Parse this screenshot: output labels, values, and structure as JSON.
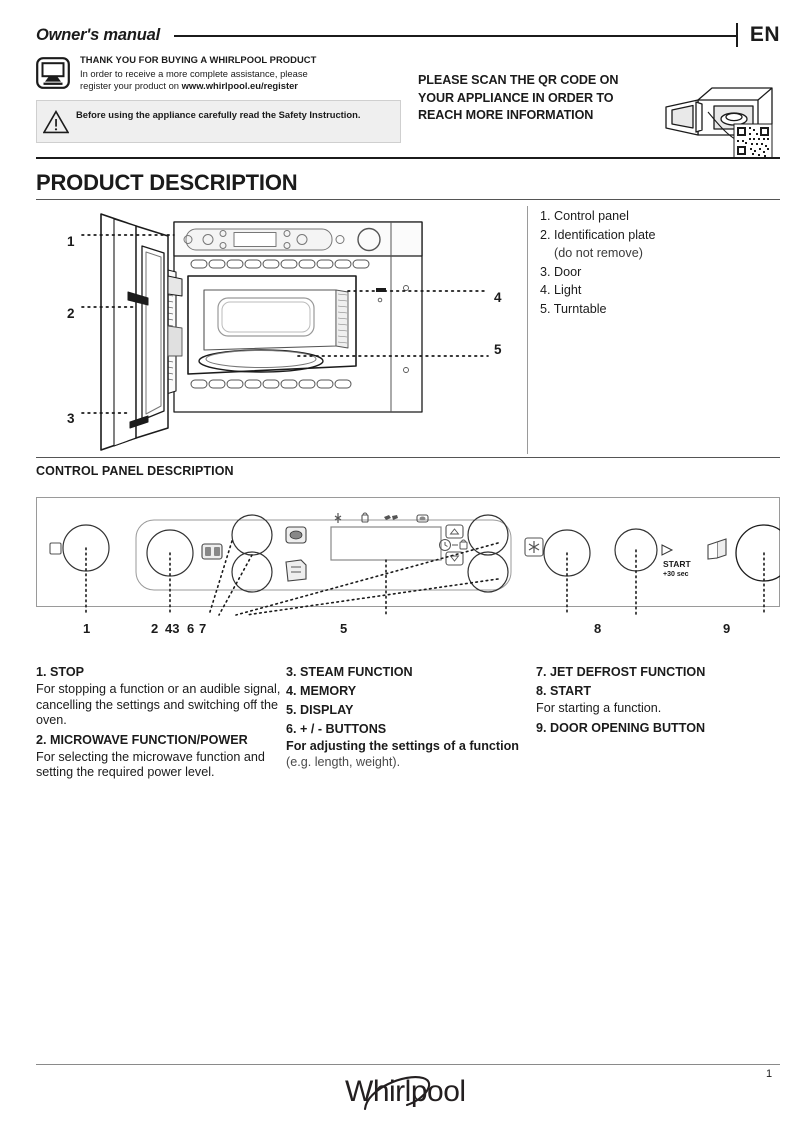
{
  "header": {
    "manual_label": "Owner's manual",
    "language_code": "EN"
  },
  "thank_you": {
    "icon": "monitor-icon",
    "title": "THANK YOU FOR BUYING A  WHIRLPOOL PRODUCT",
    "line1": "In order to receive a more complete assistance, please",
    "line2_prefix": "register your product on ",
    "line2_url": "www.whirlpool.eu/register"
  },
  "safety_notice": {
    "icon": "warning-triangle-icon",
    "text": "Before using the appliance carefully read the Safety Instruction."
  },
  "qr_notice": {
    "line1": "PLEASE SCAN THE QR CODE ON",
    "line2": "YOUR APPLIANCE IN ORDER TO",
    "line3": "REACH MORE INFORMATION",
    "art": "microwave-with-qr-code-illustration"
  },
  "product_description": {
    "title": "PRODUCT DESCRIPTION",
    "figure": "open-door-microwave-oven-diagram",
    "callouts": [
      "1",
      "2",
      "3",
      "4",
      "5"
    ],
    "legend": [
      {
        "num": "1.",
        "label": "Control panel",
        "sub": ""
      },
      {
        "num": "2.",
        "label": "Identification plate",
        "sub": "(do not remove)"
      },
      {
        "num": "3.",
        "label": "Door",
        "sub": ""
      },
      {
        "num": "4.",
        "label": "Light",
        "sub": ""
      },
      {
        "num": "5.",
        "label": "Turntable",
        "sub": ""
      }
    ]
  },
  "control_panel": {
    "title": "CONTROL PANEL DESCRIPTION",
    "diagram": "control-panel-line-drawing",
    "start_label": "START",
    "start_sub": "+30 sec",
    "callout_numbers": {
      "n1": "1",
      "n2": "2",
      "n43": "43",
      "n6": "6",
      "n7": "7",
      "n5": "5",
      "n8": "8",
      "n9": "9"
    },
    "descriptions": {
      "column1": [
        {
          "head": "1. STOP",
          "body": "For stopping a function or an audible signal, cancelling the settings and switching off the oven."
        },
        {
          "head": "2. MICROWAVE FUNCTION/POWER",
          "body": "For selecting the microwave function and setting the required power level."
        }
      ],
      "column2": [
        {
          "head": "3. STEAM FUNCTION",
          "body": ""
        },
        {
          "head": "4. MEMORY",
          "body": ""
        },
        {
          "head": "5. DISPLAY",
          "body": ""
        },
        {
          "head": "6. + / - BUTTONS",
          "body_bold": "For adjusting the settings of a function",
          "body_muted": " (e.g. length, weight)."
        }
      ],
      "column3": [
        {
          "head": "7. JET DEFROST FUNCTION",
          "body": ""
        },
        {
          "head": "8. START",
          "body": "For starting a function."
        },
        {
          "head": "9. DOOR OPENING BUTTON",
          "body": ""
        }
      ]
    }
  },
  "footer": {
    "brand": "Whirlpool",
    "page_number": "1"
  }
}
